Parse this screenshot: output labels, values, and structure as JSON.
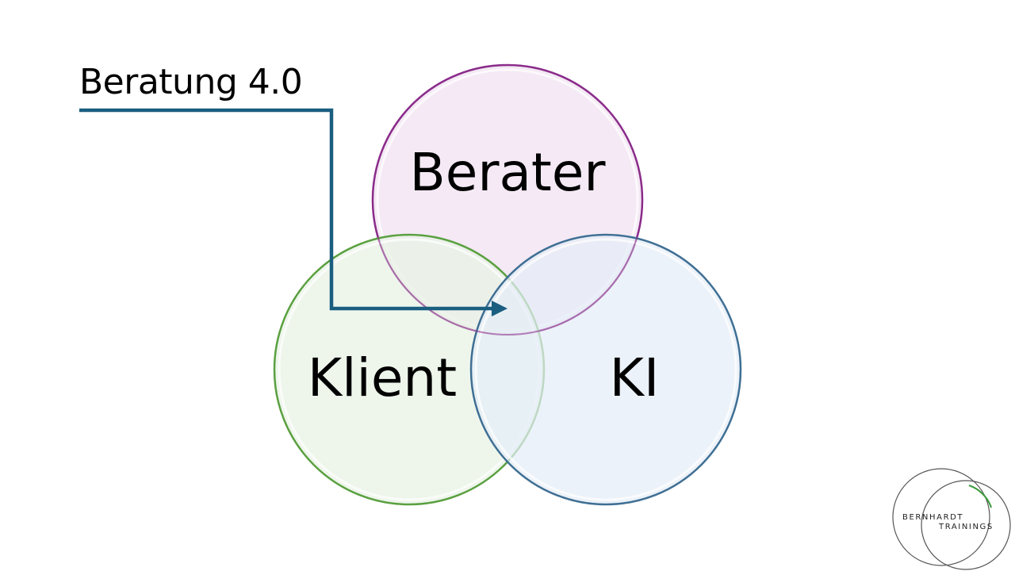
{
  "title": "Beratung 4.0",
  "circles": [
    {
      "label": "Berater",
      "fill": "#f1e3f1",
      "stroke": "#8a2b8a"
    },
    {
      "label": "Klient",
      "fill": "#e8f3e4",
      "stroke": "#5aa040"
    },
    {
      "label": "KI",
      "fill": "#e4edf6",
      "stroke": "#3f6f94"
    }
  ],
  "arrow_color": "#1a5e80",
  "logo": {
    "line1": "BERNHARDT",
    "line2": "TRAININGS",
    "accent": "#3a9a3a"
  }
}
